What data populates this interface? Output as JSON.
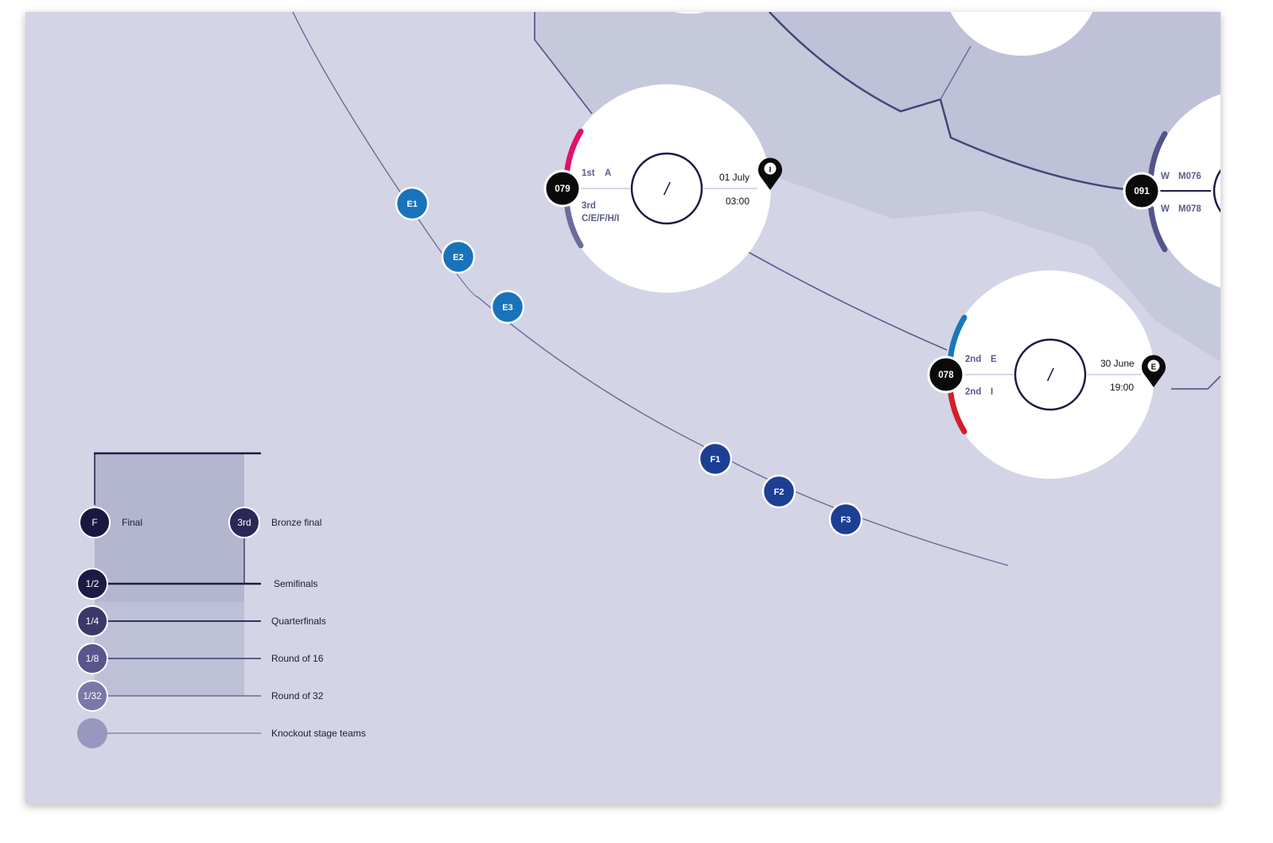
{
  "colors": {
    "background": "#d3d4e5",
    "band_outer": "#c6c8dc",
    "band_inner": "#bec1d7",
    "navy": "#2d2b5c",
    "line": "#6b6a9c",
    "blue_dot": "#1a73ba",
    "dark_blue_dot": "#1c3f94",
    "magenta": "#e0106c",
    "red": "#d21f2b",
    "team_blue": "#1877bd",
    "slate_arc": "#6d6b9c"
  },
  "groups": {
    "e": [
      "E1",
      "E2",
      "E3"
    ],
    "f": [
      "F1",
      "F2",
      "F3"
    ]
  },
  "matches": {
    "m079": {
      "number": "079",
      "slot1_pos": "1st",
      "slot1_group": "A",
      "slot2_pos": "3rd",
      "slot2_groups": "C/E/F/H/I",
      "score_sep": "/",
      "date": "01 July",
      "time": "03:00",
      "venue": "I"
    },
    "m078": {
      "number": "078",
      "slot1_pos": "2nd",
      "slot1_group": "E",
      "slot2_pos": "2nd",
      "slot2_group": "I",
      "score_sep": "/",
      "date": "30 June",
      "time": "19:00",
      "venue": "E"
    },
    "m091": {
      "number": "091",
      "slot1_w": "W",
      "slot1_ref": "M076",
      "slot2_w": "W",
      "slot2_ref": "M078"
    }
  },
  "legend": {
    "final_badge": "F",
    "final_label": "Final",
    "bronze_badge": "3rd",
    "bronze_label": "Bronze final",
    "rows": [
      {
        "badge": "1/2",
        "label": "Semifinals"
      },
      {
        "badge": "1/4",
        "label": "Quarterfinals"
      },
      {
        "badge": "1/8",
        "label": "Round of 16"
      },
      {
        "badge": "1/32",
        "label": "Round of 32"
      },
      {
        "badge": "",
        "label": "Knockout stage teams"
      }
    ]
  }
}
